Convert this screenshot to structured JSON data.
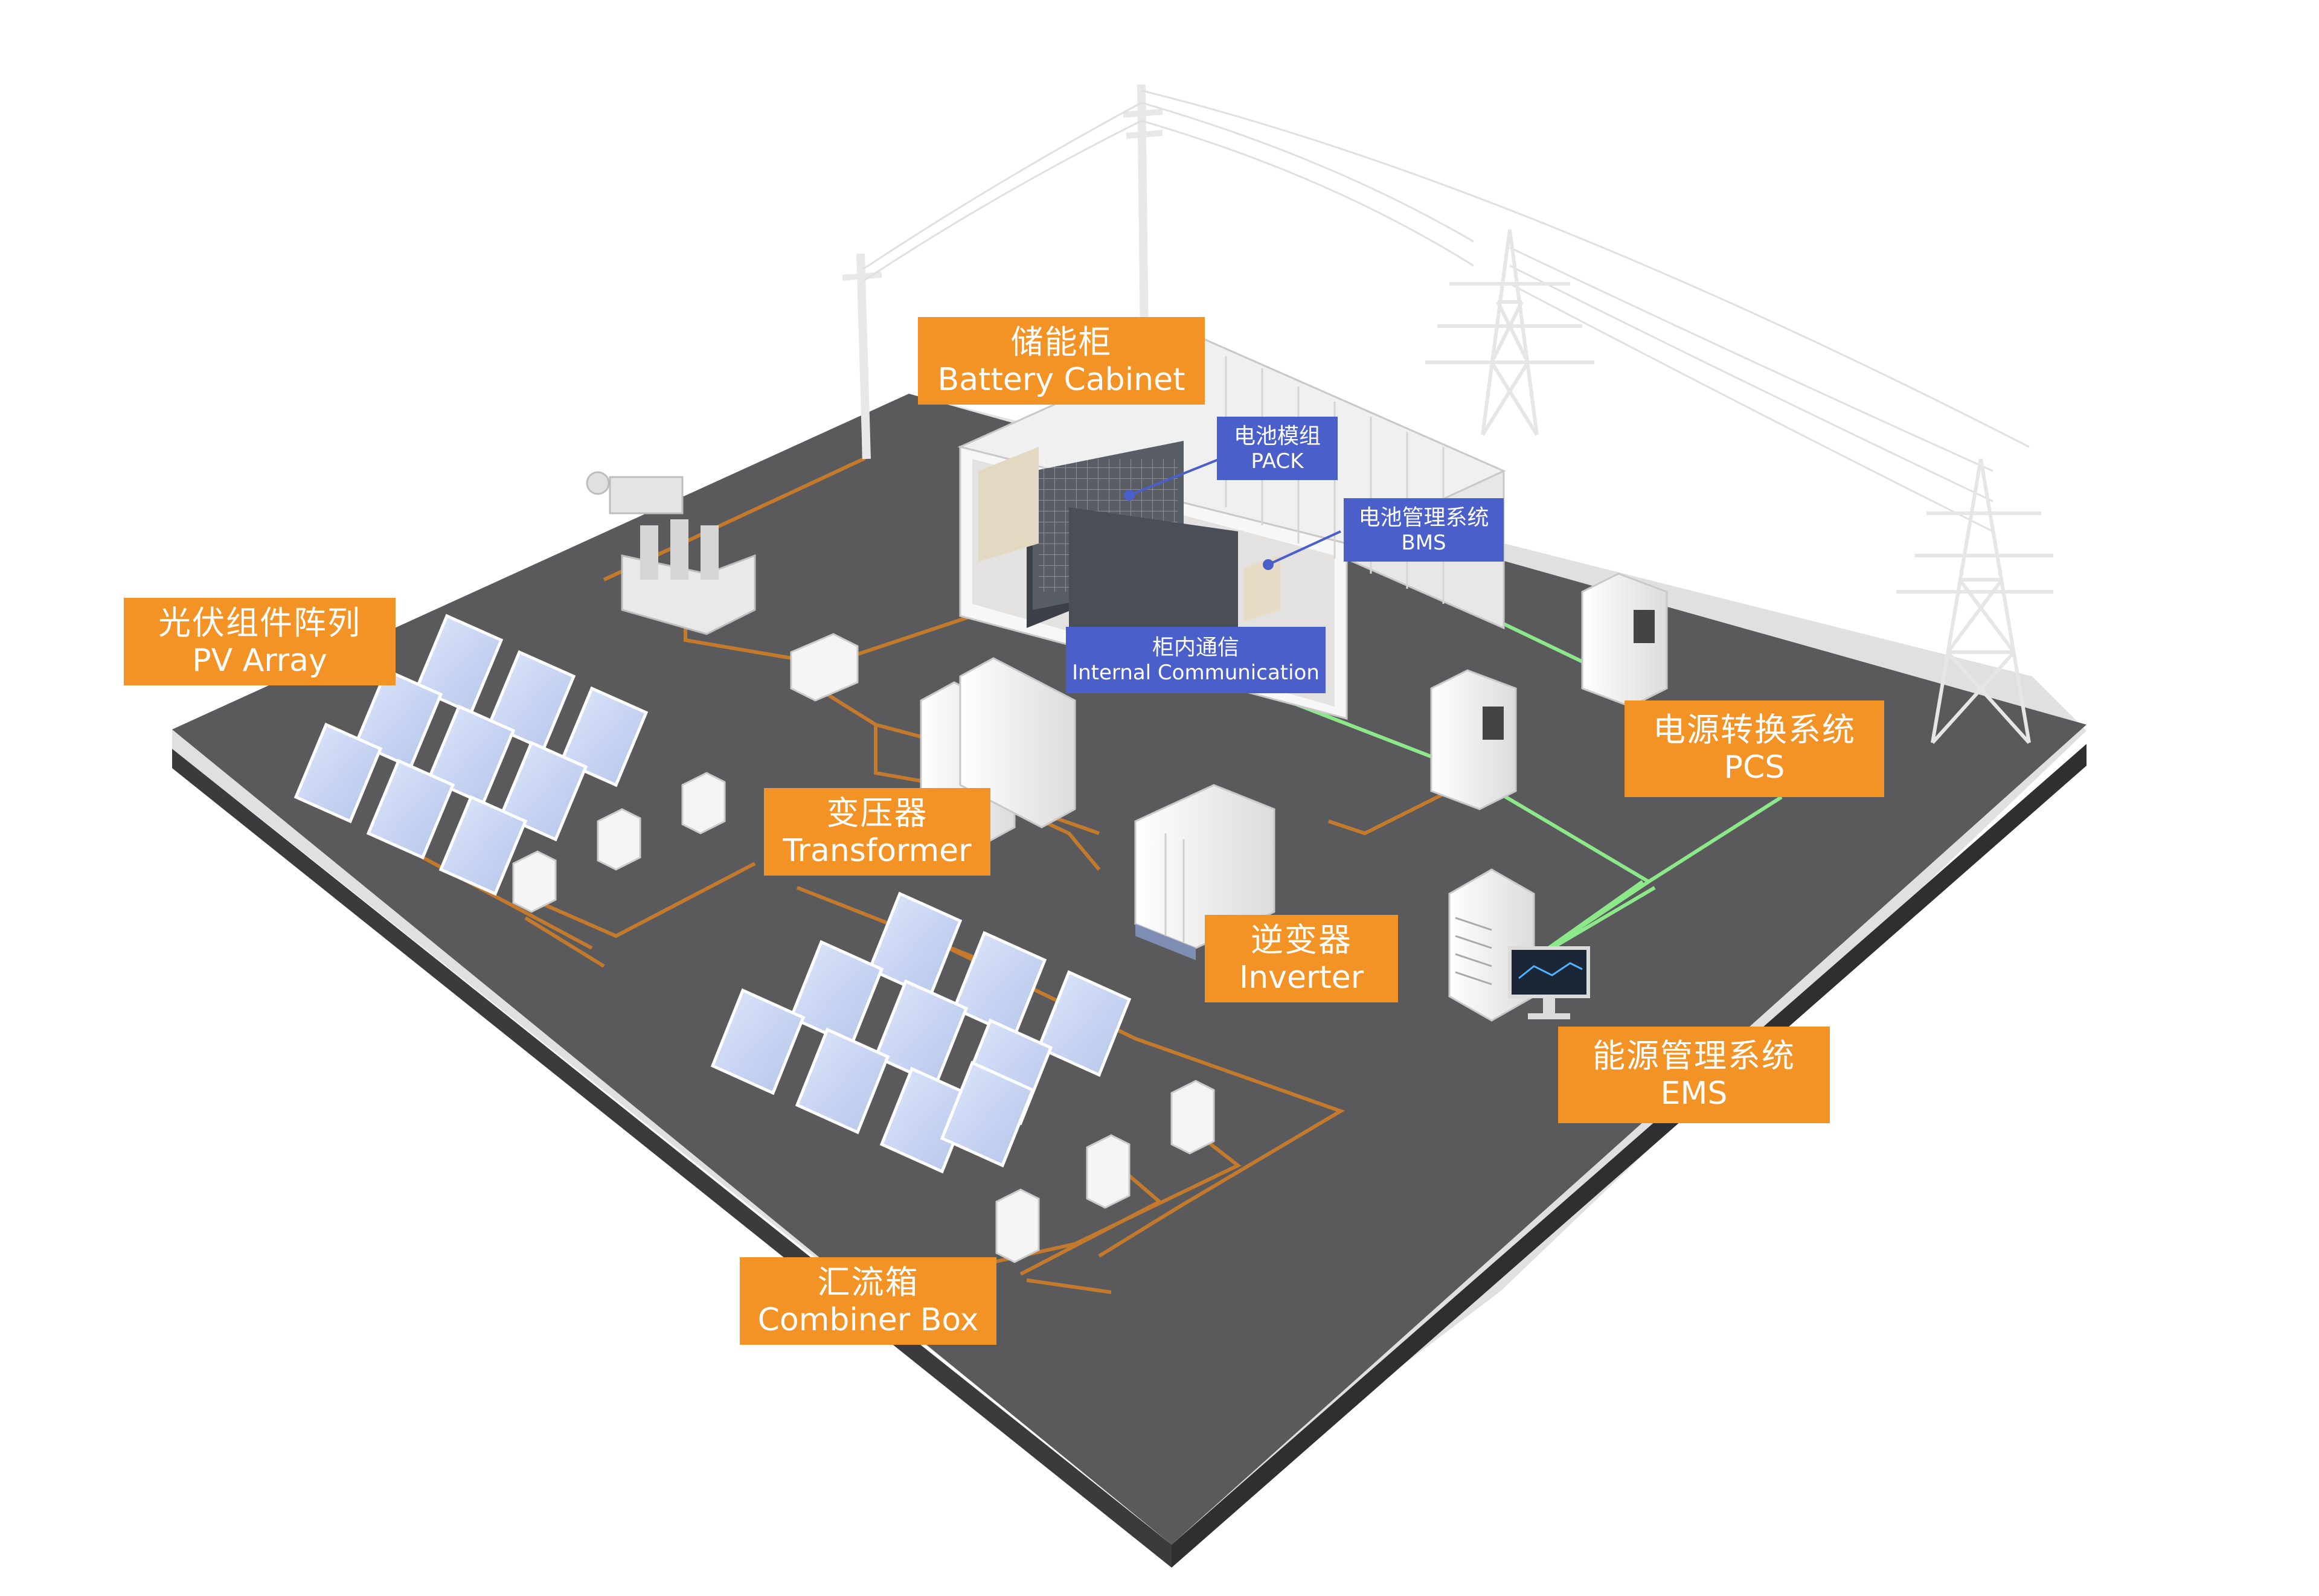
{
  "labels": {
    "battery_cabinet": {
      "cn": "储能柜",
      "en": "Battery  Cabinet"
    },
    "pv_array": {
      "cn": "光伏组件阵列",
      "en": "PV  Array"
    },
    "transformer": {
      "cn": "变压器",
      "en": "Transformer"
    },
    "inverter": {
      "cn": "逆变器",
      "en": "Inverter"
    },
    "combiner_box": {
      "cn": "汇流箱",
      "en": "Combiner Box"
    },
    "pcs": {
      "cn": "电源转换系统",
      "en": "PCS"
    },
    "ems": {
      "cn": "能源管理系统",
      "en": "EMS"
    }
  },
  "callouts": {
    "pack": {
      "cn": "电池模组",
      "en": "PACK"
    },
    "bms": {
      "cn": "电池管理系统",
      "en": "BMS"
    },
    "internal_comm": {
      "cn": "柜内通信",
      "en": "Internal  Communication"
    }
  },
  "colors": {
    "ground": "#5a5a5c",
    "ground_side": "#3b3b3d",
    "power_line": "#c47a2c",
    "comm_line": "#8de88a",
    "label_orange": "#f39325",
    "label_blue": "#4a5fc9",
    "solar_panel": "#c6d3f0",
    "equipment": "#f4f4f4"
  }
}
